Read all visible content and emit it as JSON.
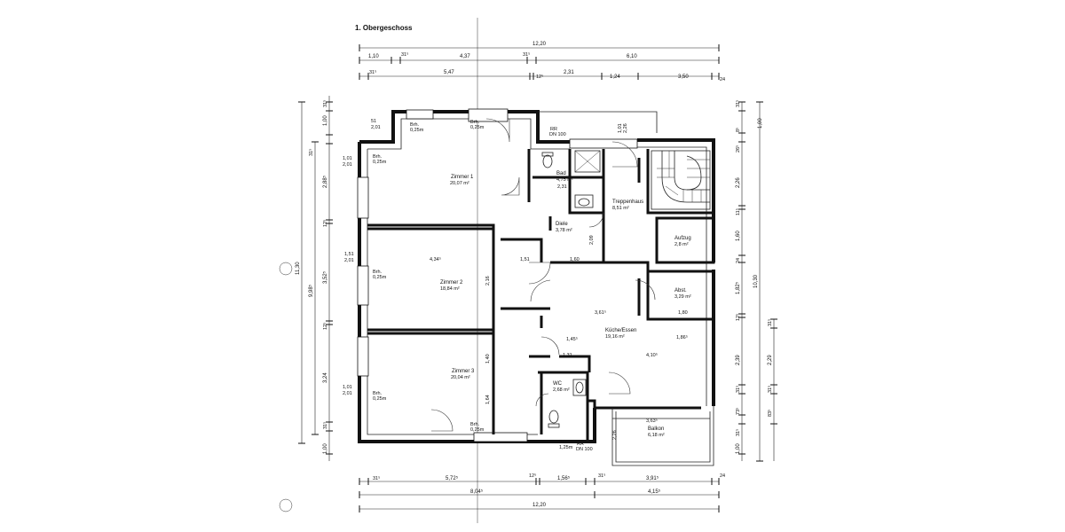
{
  "title": "1. Obergeschoss",
  "dims_top": {
    "overall": "12,20",
    "row2": [
      "1,10",
      "31⁵",
      "4,37",
      "31⁵",
      "6,10"
    ],
    "row3": [
      "31⁵",
      "5,47",
      "12⁵",
      "2,31",
      "1,24",
      "3,50",
      "24"
    ]
  },
  "dims_bottom": {
    "row1": [
      "31⁵",
      "5,72⁵",
      "12⁵",
      "1,56⁵",
      "31⁵",
      "3,91⁵",
      "24"
    ],
    "row2": [
      "8,04⁵",
      "4,15⁵"
    ],
    "overall": "12,20"
  },
  "dims_left": {
    "overall": "11,30",
    "mid": "9,98⁵",
    "row": [
      "31⁵",
      "1,00",
      "31⁵",
      "2,88⁵",
      "12⁵",
      "3,52⁵",
      "12⁵",
      "3,24",
      "31⁵",
      "1,00"
    ]
  },
  "dims_right": {
    "overall": "10,30",
    "row": [
      "31⁵",
      "1,00",
      "8⁵",
      "26⁵",
      "2,26",
      "11⁵",
      "1,60",
      "24",
      "1,82⁵",
      "12⁵",
      "2,39",
      "31⁵",
      "73⁵",
      "31⁵",
      "1,00"
    ],
    "far": [
      "31⁵",
      "2,29",
      "31⁵",
      "83⁵"
    ]
  },
  "rooms": [
    {
      "name": "Zimmer 1",
      "area": "20,07 m²"
    },
    {
      "name": "Zimmer 2",
      "area": "18,84 m²"
    },
    {
      "name": "Zimmer 3",
      "area": "20,04 m²"
    },
    {
      "name": "Bad",
      "area": "4,75 m²"
    },
    {
      "name": "Diele",
      "area": "3,78 m²"
    },
    {
      "name": "Treppenhaus",
      "area": "8,51 m²"
    },
    {
      "name": "Aufzug",
      "area": "2,8 m²"
    },
    {
      "name": "Abst.",
      "area": "3,29 m²"
    },
    {
      "name": "Küche/Essen",
      "area": "19,16 m²"
    },
    {
      "name": "WC",
      "area": "2,68 m²"
    },
    {
      "name": "Balkon",
      "area": "6,18 m²"
    }
  ],
  "annotations": {
    "brh_a": "Brh.",
    "brh_a_val": "0,25m",
    "brh_b": "Brh.",
    "brh_b_val": "0,25m",
    "brh_c": "Brh.",
    "brh_c_val": "0,25m",
    "brh_d": "Brh.",
    "brh_d_val": "0,25m",
    "brh_e": "Brh.",
    "brh_e_val": "0,25m",
    "brh_f": "Brh.",
    "brh_f_val": "0,25m",
    "brh_g": "Brh.",
    "brh_g_val": "1,25m",
    "rr_top": "RR",
    "dn_top": "DN 100",
    "rr_bot": "RR",
    "dn_bot": "DN 100",
    "win_51": "51",
    "win_201a": "2,01",
    "win_101a": "1,01",
    "win_201b": "2,01",
    "win_151": "1,51",
    "win_201c": "2,01",
    "win_101b": "1,01",
    "win_201d": "2,01",
    "bad_231": "2,31",
    "diele_151": "1,51",
    "diele_160": "1,60",
    "z2_434": "4,34⁵",
    "z2_216": "2,16",
    "z2_140": "1,40",
    "z2_164": "1,64",
    "k_361": "3,61⁵",
    "k_180": "1,80",
    "k_186": "1,86⁵",
    "k_410": "4,10⁵",
    "k_145": "1,45⁵",
    "k_131": "1,31",
    "k_209": "2,09",
    "b_363": "3,63⁵",
    "b_226": "2,26",
    "st_101": "1,01",
    "st_226": "2,26"
  }
}
